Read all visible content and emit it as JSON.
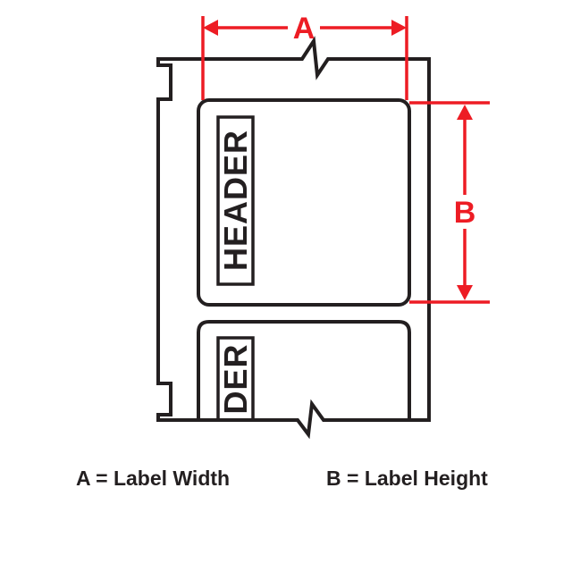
{
  "diagram": {
    "labels": {
      "label1_header": "HEADER",
      "label2_header_partial": "DER"
    },
    "dimensions": {
      "a_label": "A",
      "b_label": "B"
    },
    "legend": {
      "a": "A = Label Width",
      "b": "B = Label Height"
    },
    "colors": {
      "line_black": "#231f20",
      "dimension_red": "#ed1c24",
      "background": "#ffffff"
    }
  }
}
